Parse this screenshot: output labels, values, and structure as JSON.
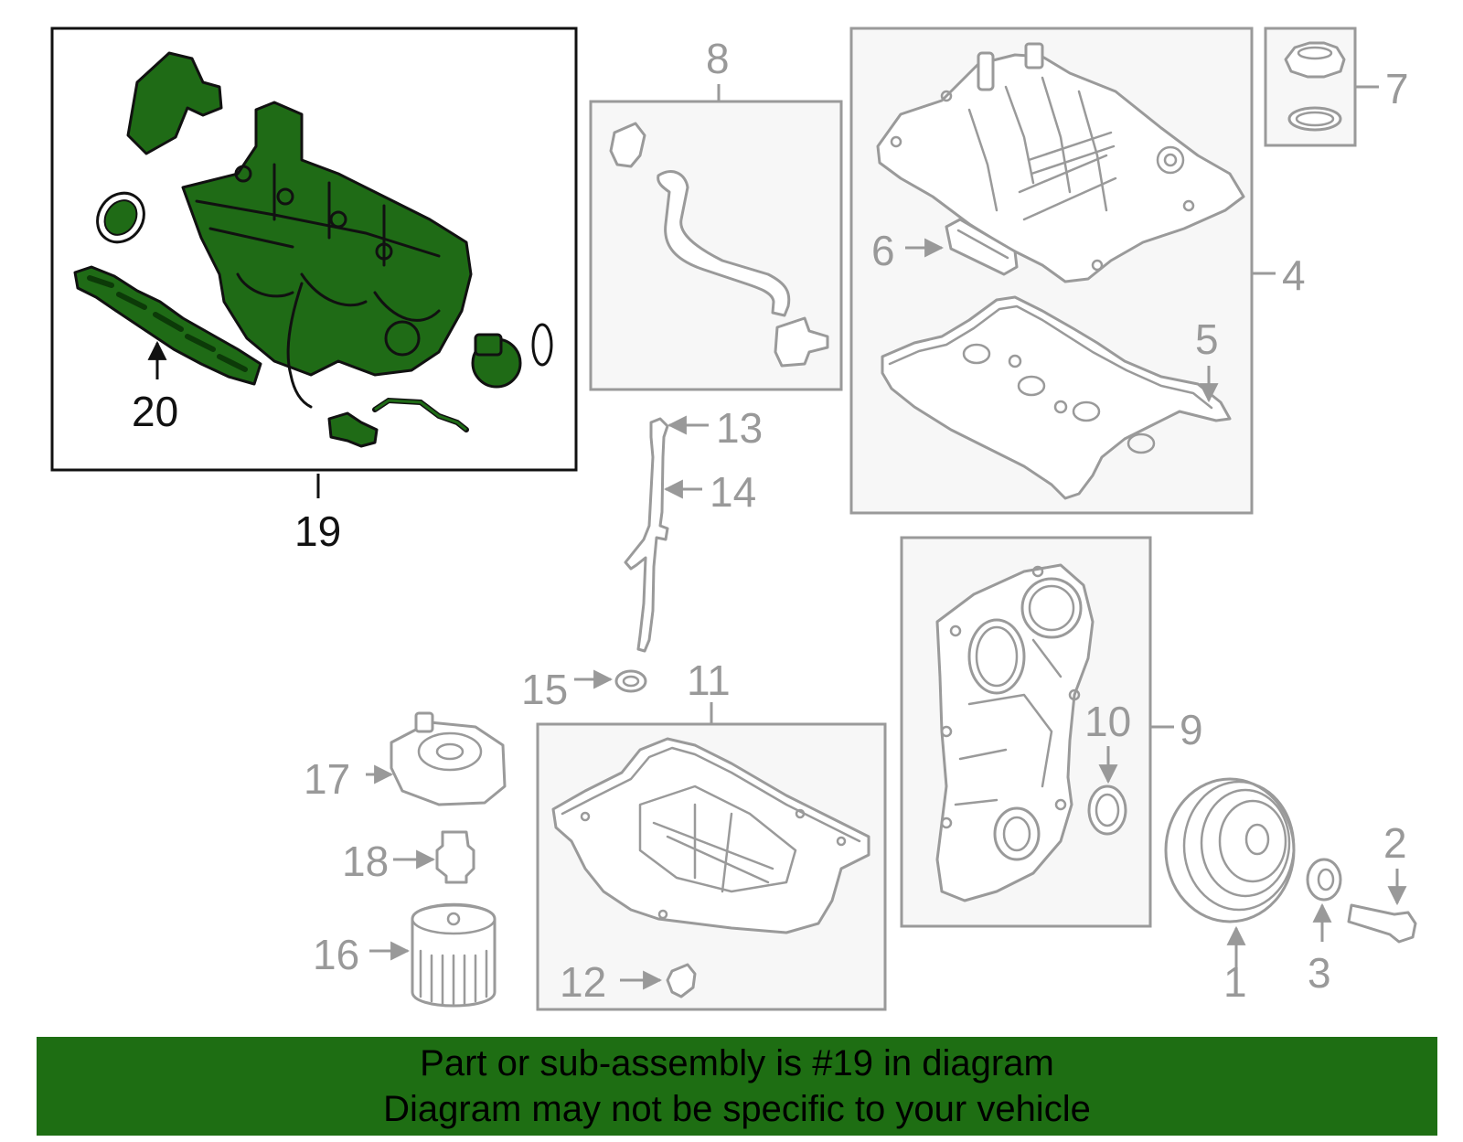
{
  "diagram": {
    "callouts": {
      "c1": "1",
      "c2": "2",
      "c3": "3",
      "c4": "4",
      "c5": "5",
      "c6": "6",
      "c7": "7",
      "c8": "8",
      "c9": "9",
      "c10": "10",
      "c11": "11",
      "c12": "12",
      "c13": "13",
      "c14": "14",
      "c15": "15",
      "c16": "16",
      "c17": "17",
      "c18": "18",
      "c19": "19",
      "c20": "20"
    },
    "highlight_color": "#1e6e13",
    "highlighted_part": "19"
  },
  "banner": {
    "line1": "Part or sub-assembly is #19 in diagram",
    "line2": "Diagram may not be specific to your vehicle",
    "background": "#1e6e13"
  }
}
